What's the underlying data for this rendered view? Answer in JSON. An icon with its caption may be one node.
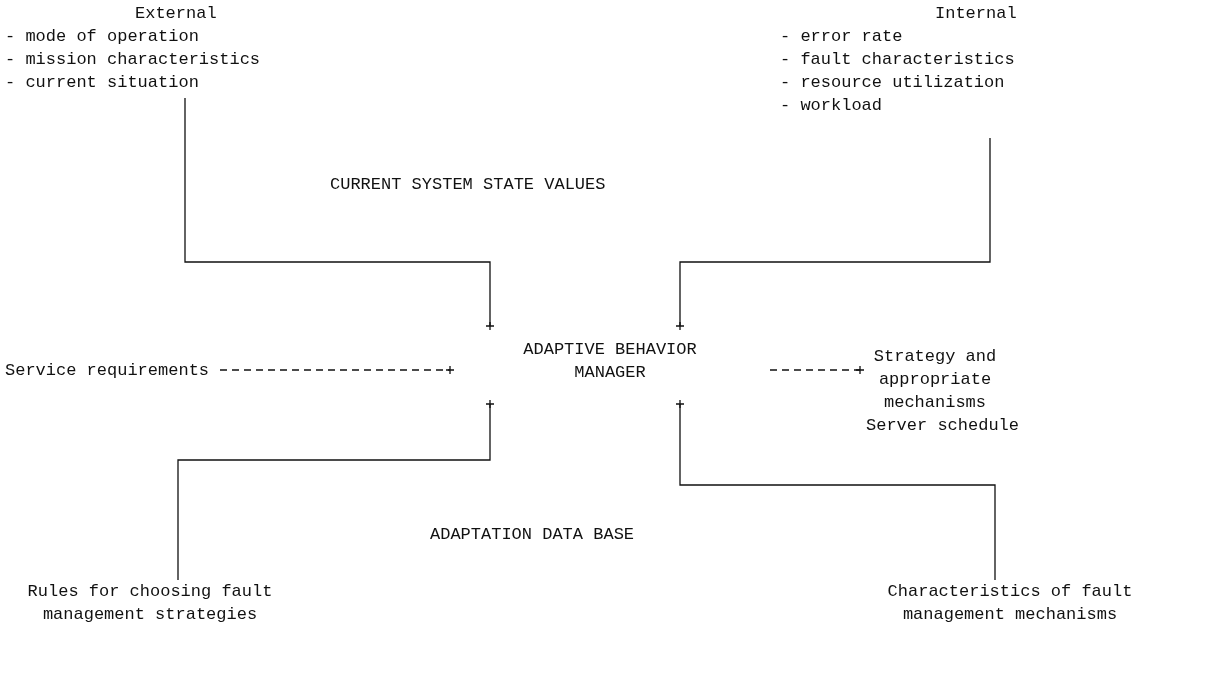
{
  "diagram": {
    "nodes": [
      {
        "text": [
          "External",
          "- mode of operation",
          "- mission characteristics",
          "- current situation"
        ]
      },
      {
        "text": [
          "Internal",
          "- error rate",
          "- fault characteristics",
          "- resource utilization",
          "- workload"
        ]
      },
      {
        "text": [
          "ADAPTIVE BEHAVIOR MANAGER"
        ]
      },
      {
        "text": [
          "Service requirements"
        ]
      },
      {
        "text": [
          "Strategy and appropriate mechanisms",
          "Server schedule"
        ]
      },
      {
        "text": [
          "Rules for choosing fault management strategies"
        ]
      },
      {
        "text": [
          "Characteristics of fault management mechanisms"
        ]
      }
    ],
    "edges": [
      {
        "from": 0,
        "to": 2,
        "arrow": "other"
      },
      {
        "from": 1,
        "to": 2,
        "arrow": "other"
      },
      {
        "from": 5,
        "to": 2,
        "arrow": "other"
      },
      {
        "from": 6,
        "to": 2,
        "arrow": "other"
      },
      {
        "from": 3,
        "to": 2,
        "arrow": "other",
        "style": "dashed"
      },
      {
        "from": 2,
        "to": 4,
        "arrow": "other",
        "style": "dashed"
      }
    ],
    "labels": [
      "CURRENT SYSTEM STATE VALUES",
      "ADAPTATION DATA BASE"
    ]
  }
}
